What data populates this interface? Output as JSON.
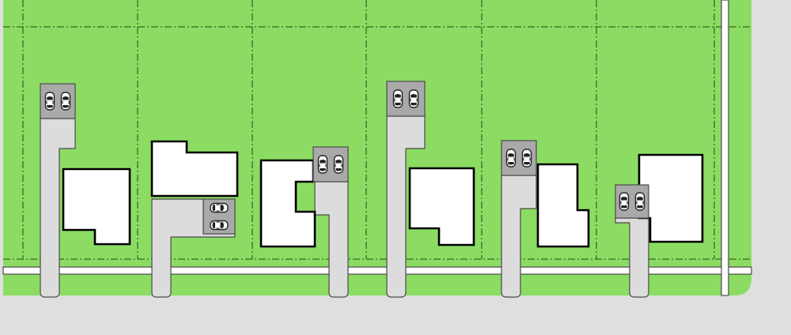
{
  "diagram": {
    "type": "site-plan",
    "lot_count": 6,
    "house_count": 6,
    "parking_pad_count": 6,
    "cars_per_pad": 2,
    "icons": [
      "car-icon"
    ],
    "colors": {
      "lawn": "#8cdc64",
      "road": "#dfdfdf",
      "driveway": "#dcdcdc",
      "parking_pad": "#a9a9a9",
      "house": "#ffffff",
      "house_outline": "#000000",
      "lot_line": "#1e4a10"
    }
  }
}
